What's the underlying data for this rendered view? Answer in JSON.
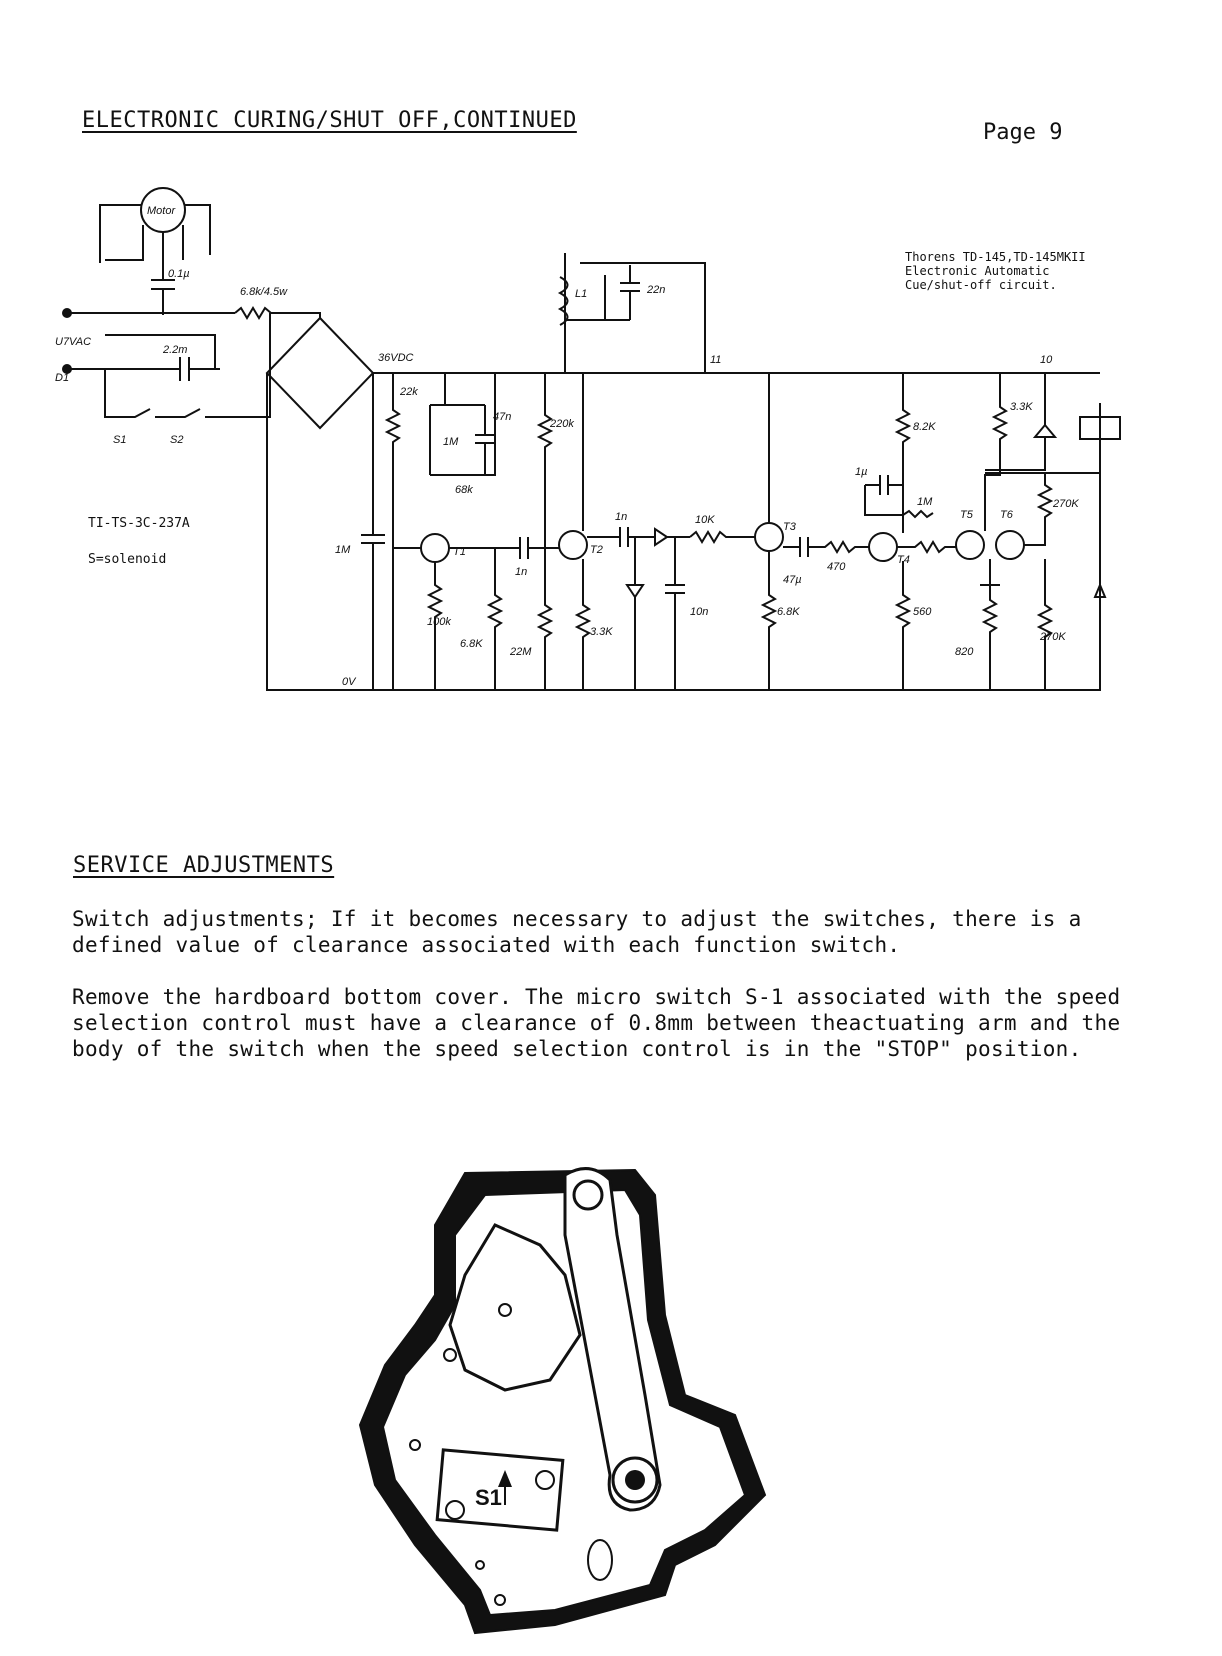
{
  "header": {
    "title": "ELECTRONIC CURING/SHUT OFF,CONTINUED",
    "page": "Page 9"
  },
  "schematic": {
    "caption_lines": [
      "Thorens TD-145,TD-145MKII",
      "Electronic Automatic",
      "Cue/shut-off circuit."
    ],
    "part_number": "TI-TS-3C-237A",
    "legend": "S=solenoid",
    "labels": {
      "motor": "Motor",
      "cap_motor": "0.1µ",
      "res_in": "6.8k/4.5w",
      "v36": "36VDC",
      "cap_2m": "2.2m",
      "mains": "U7VAC",
      "d1": "D1",
      "sw1": "S1",
      "sw2": "S2",
      "l1": "L1",
      "c22n": "22n",
      "node11": "11",
      "node10": "10",
      "r22k": "22k",
      "c47n": "47n",
      "r1m": "1M",
      "r68k": "68k",
      "c1m": "1M",
      "t1": "T1",
      "t2": "T2",
      "t3": "T3",
      "t4": "T4",
      "t5": "T5",
      "t6": "T6",
      "r100k": "100k",
      "r68k2": "6.8K",
      "r220k": "220k",
      "r33k": "3.3K",
      "r22m": "22M",
      "c1n": "1n",
      "c1n2": "1n",
      "r10k": "10K",
      "c10n": "10n",
      "r6k8": "6.8K",
      "c47u": "47µ",
      "r470": "470",
      "r8k2": "8.2K",
      "c1u": "1µ",
      "r1m2": "1M",
      "r560": "560",
      "r33k2": "3.3K",
      "r270k": "270K",
      "r270k2": "270K",
      "r820": "820",
      "v0": "0V"
    }
  },
  "service": {
    "heading": "SERVICE ADJUSTMENTS",
    "paragraph1": "Switch adjustments; If it becomes necessary to adjust the switches, there is a defined value of clearance associated with each function switch.",
    "paragraph2": "Remove the hardboard bottom cover. The micro switch S-1 associated with the speed selection control must have a clearance of 0.8mm between theactuating arm and the body of the switch when the speed selection control is in the \"STOP\" position."
  },
  "mechanism_diagram": {
    "switch_label": "S1"
  }
}
